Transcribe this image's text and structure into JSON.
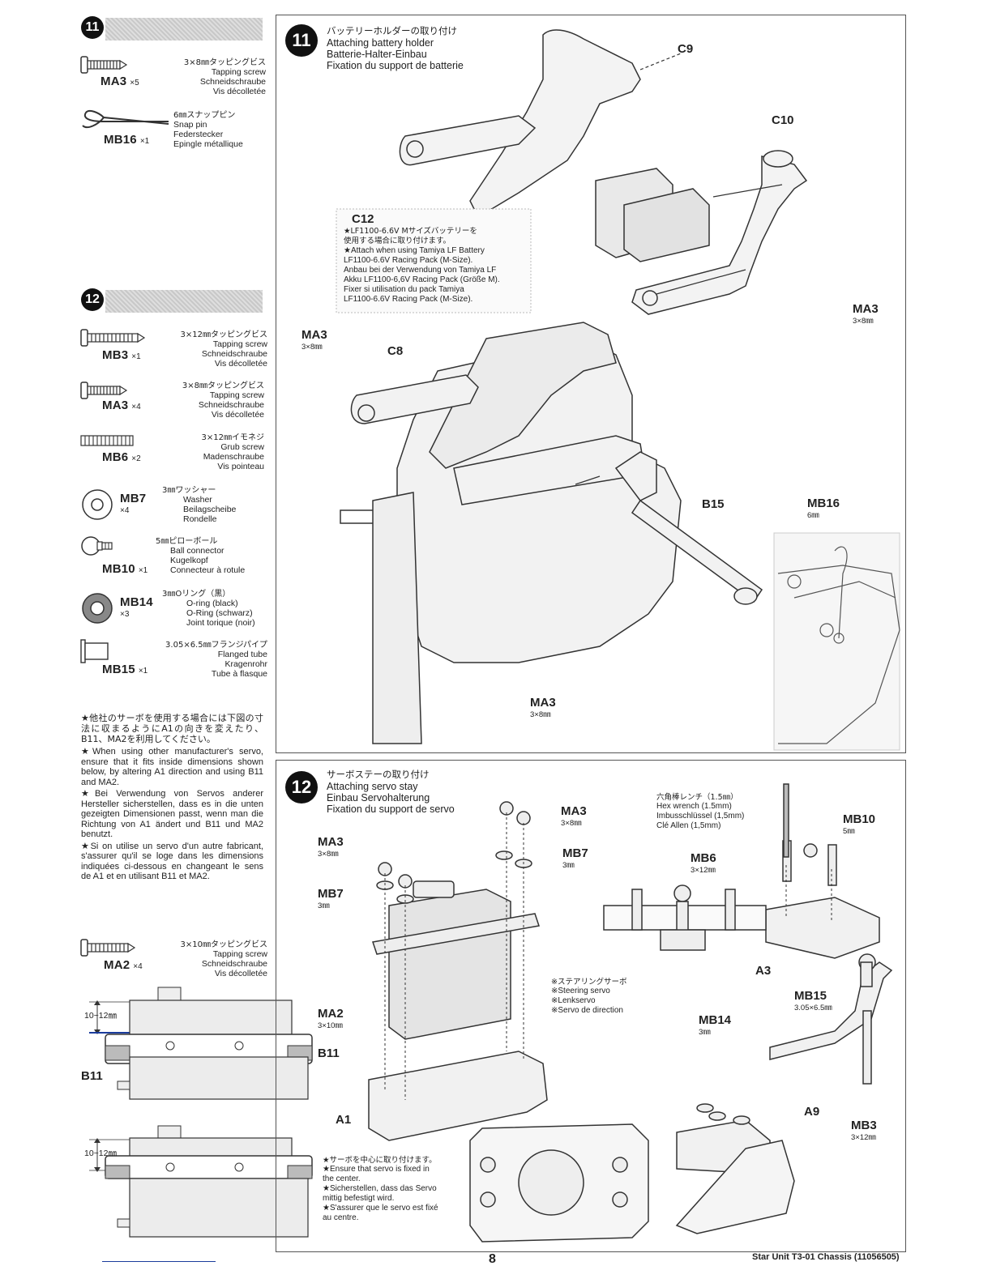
{
  "step11_sidebar": {
    "number": "11",
    "parts": [
      {
        "code": "MA3",
        "qty": "×5",
        "jp": "3×8㎜タッピングビス",
        "en": "Tapping screw",
        "de": "Schneidschraube",
        "fr": "Vis décolletée"
      },
      {
        "code": "MB16",
        "qty": "×1",
        "jp": "6㎜スナップピン",
        "en": "Snap pin",
        "de": "Federstecker",
        "fr": "Epingle métallique"
      }
    ]
  },
  "step12_sidebar": {
    "number": "12",
    "parts": [
      {
        "code": "MB3",
        "qty": "×1",
        "jp": "3×12㎜タッピングビス",
        "en": "Tapping screw",
        "de": "Schneidschraube",
        "fr": "Vis décolletée"
      },
      {
        "code": "MA3",
        "qty": "×4",
        "jp": "3×8㎜タッピングビス",
        "en": "Tapping screw",
        "de": "Schneidschraube",
        "fr": "Vis décolletée"
      },
      {
        "code": "MB6",
        "qty": "×2",
        "jp": "3×12㎜イモネジ",
        "en": "Grub screw",
        "de": "Madenschraube",
        "fr": "Vis pointeau"
      },
      {
        "code": "MB7",
        "qty": "×4",
        "jp": "3㎜ワッシャー",
        "en": "Washer",
        "de": "Beilagscheibe",
        "fr": "Rondelle"
      },
      {
        "code": "MB10",
        "qty": "×1",
        "jp": "5㎜ピローボール",
        "en": "Ball connector",
        "de": "Kugelkopf",
        "fr": "Connecteur à rotule"
      },
      {
        "code": "MB14",
        "qty": "×3",
        "jp": "3㎜Oリング（黒）",
        "en": "O-ring (black)",
        "de": "O-Ring (schwarz)",
        "fr": "Joint torique (noir)"
      },
      {
        "code": "MB15",
        "qty": "×1",
        "jp": "3.05×6.5㎜フランジパイプ",
        "en": "Flanged tube",
        "de": "Kragenrohr",
        "fr": "Tube à flasque"
      }
    ]
  },
  "servo_note": {
    "jp": "★他社のサーボを使用する場合には下図の寸法に収まるようにA1の向きを変えたり、B11、MA2を利用してください。",
    "en": "★When using other manufacturer's servo, ensure that it fits inside dimensions shown below, by altering A1 direction and using B11 and MA2.",
    "de": "★Bei Verwendung von Servos anderer Hersteller sicherstellen, dass es in die unten gezeigten Dimensionen passt, wenn man die Richtung von A1 ändert und B11 und MA2 benutzt.",
    "fr": "★Si on utilise un servo d'un autre fabricant, s'assurer qu'il se loge dans les dimensions indiquées ci-dessous en changeant le sens de A1 et en utilisant B11 et MA2.",
    "part": {
      "code": "MA2",
      "qty": "×4",
      "jp": "3×10㎜タッピングビス",
      "en": "Tapping screw",
      "de": "Schneidschraube",
      "fr": "Vis décolletée"
    },
    "dim1": "10~12㎜",
    "dim2": "10~12㎜",
    "lbl_ma2": "MA2",
    "lbl_ma2_size": "3×10㎜",
    "lbl_b11_right": "B11",
    "lbl_b11_left": "B11"
  },
  "step11_main": {
    "number": "11",
    "title_jp": "バッテリーホルダーの取り付け",
    "title_en": "Attaching battery holder",
    "title_de": "Batterie-Halter-Einbau",
    "title_fr": "Fixation du support de batterie",
    "labels": {
      "c9": "C9",
      "c10": "C10",
      "c12": "C12",
      "c8": "C8",
      "b15": "B15",
      "ma3_right": "MA3",
      "ma3_right_size": "3×8㎜",
      "ma3_left": "MA3",
      "ma3_left_size": "3×8㎜",
      "ma3_bottom": "MA3",
      "ma3_bottom_size": "3×8㎜",
      "mb16": "MB16",
      "mb16_size": "6㎜"
    },
    "c12_note": {
      "jp1": "★LF1100-6.6V Mサイズバッテリーを",
      "jp2": "使用する場合に取り付けます。",
      "en1": "★Attach when using Tamiya LF Battery",
      "en2": "LF1100-6.6V Racing Pack (M-Size).",
      "de1": "Anbau bei der Verwendung von Tamiya LF",
      "de2": "Akku LF1100-6,6V Racing Pack (Größe M).",
      "fr1": "Fixer si utilisation du pack Tamiya",
      "fr2": "LF1100-6.6V Racing Pack (M-Size)."
    }
  },
  "step12_main": {
    "number": "12",
    "title_jp": "サーボステーの取り付け",
    "title_en": "Attaching servo stay",
    "title_de": "Einbau Servohalterung",
    "title_fr": "Fixation du support de servo",
    "labels": {
      "ma3_top": "MA3",
      "ma3_top_size": "3×8㎜",
      "mb7_top": "MB7",
      "mb7_top_size": "3㎜",
      "ma3_left": "MA3",
      "ma3_left_size": "3×8㎜",
      "mb7_left": "MB7",
      "mb7_left_size": "3㎜",
      "a1": "A1",
      "mb6": "MB6",
      "mb6_size": "3×12㎜",
      "mb10": "MB10",
      "mb10_size": "5㎜",
      "a3": "A3",
      "mb15": "MB15",
      "mb15_size": "3.05×6.5㎜",
      "mb14": "MB14",
      "mb14_size": "3㎜",
      "a9": "A9",
      "mb3": "MB3",
      "mb3_size": "3×12㎜"
    },
    "wrench": {
      "jp": "六角棒レンチ（1.5㎜）",
      "en": "Hex wrench (1.5mm)",
      "de": "Imbusschlüssel (1,5mm)",
      "fr": "Clé Allen (1,5mm)"
    },
    "servo_label": {
      "jp": "※ステアリングサーボ",
      "en": "※Steering servo",
      "de": "※Lenkservo",
      "fr": "※Servo de direction"
    },
    "center_note": {
      "jp": "★サーボを中心に取り付けます。",
      "en1": "★Ensure that servo is fixed in",
      "en2": "the center.",
      "de1": "★Sicherstellen, dass das Servo",
      "de2": "mittig befestigt wird.",
      "fr1": "★S'assurer que le servo est fixé",
      "fr2": "au centre."
    }
  },
  "footer": {
    "page_number": "8",
    "doc_title": "Star Unit T3-01 Chassis (11056505)"
  }
}
